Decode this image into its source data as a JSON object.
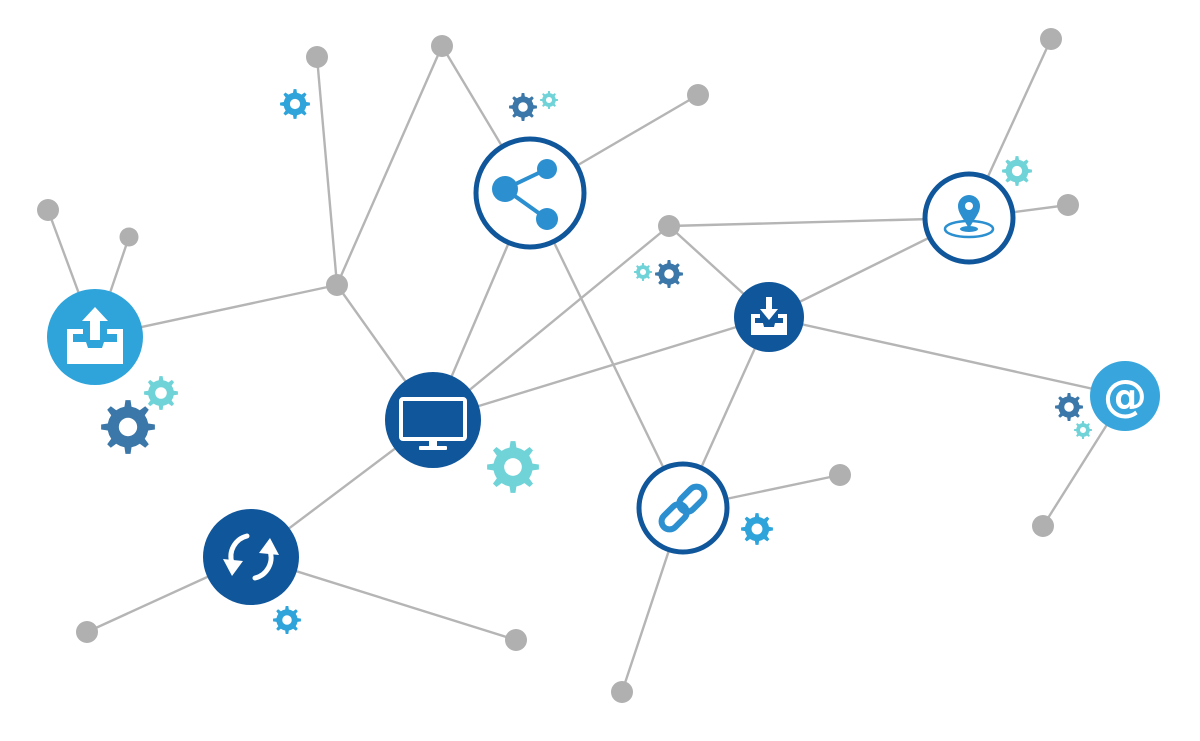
{
  "colors": {
    "edge": "#b5b5b5",
    "small_node": "#b0b0b0",
    "dark_blue": "#10569b",
    "mid_blue": "#2b8fd0",
    "light_blue": "#2ea4db",
    "sky_blue": "#38a6dc",
    "teal": "#6fd3d8",
    "steel_blue": "#3b77a8",
    "white": "#ffffff"
  },
  "hubs": [
    {
      "id": "upload",
      "icon": "upload-tray-icon",
      "style": "filled",
      "color": "light_blue"
    },
    {
      "id": "share",
      "icon": "share-icon",
      "style": "ring",
      "color": "dark_blue"
    },
    {
      "id": "monitor",
      "icon": "monitor-icon",
      "style": "filled",
      "color": "dark_blue"
    },
    {
      "id": "sync",
      "icon": "sync-arrows-icon",
      "style": "filled",
      "color": "dark_blue"
    },
    {
      "id": "inbox",
      "icon": "download-tray-icon",
      "style": "filled",
      "color": "dark_blue"
    },
    {
      "id": "location",
      "icon": "location-pin-icon",
      "style": "ring",
      "color": "dark_blue"
    },
    {
      "id": "link",
      "icon": "chain-link-icon",
      "style": "ring",
      "color": "dark_blue"
    },
    {
      "id": "email",
      "icon": "at-sign-icon",
      "style": "filled",
      "color": "sky_blue",
      "glyph": "@"
    }
  ],
  "gears": [
    {
      "icon": "gear-icon",
      "color": "light_blue"
    },
    {
      "icon": "gear-icon",
      "color": "steel_blue"
    },
    {
      "icon": "gear-icon",
      "color": "teal"
    },
    {
      "icon": "gear-icon",
      "color": "teal"
    },
    {
      "icon": "gear-icon",
      "color": "steel_blue"
    },
    {
      "icon": "gear-icon",
      "color": "teal"
    },
    {
      "icon": "gear-icon",
      "color": "steel_blue"
    },
    {
      "icon": "gear-icon",
      "color": "teal"
    },
    {
      "icon": "gear-icon",
      "color": "light_blue"
    },
    {
      "icon": "gear-icon",
      "color": "light_blue"
    },
    {
      "icon": "gear-icon",
      "color": "teal"
    },
    {
      "icon": "gear-icon",
      "color": "steel_blue"
    },
    {
      "icon": "gear-icon",
      "color": "teal"
    }
  ]
}
